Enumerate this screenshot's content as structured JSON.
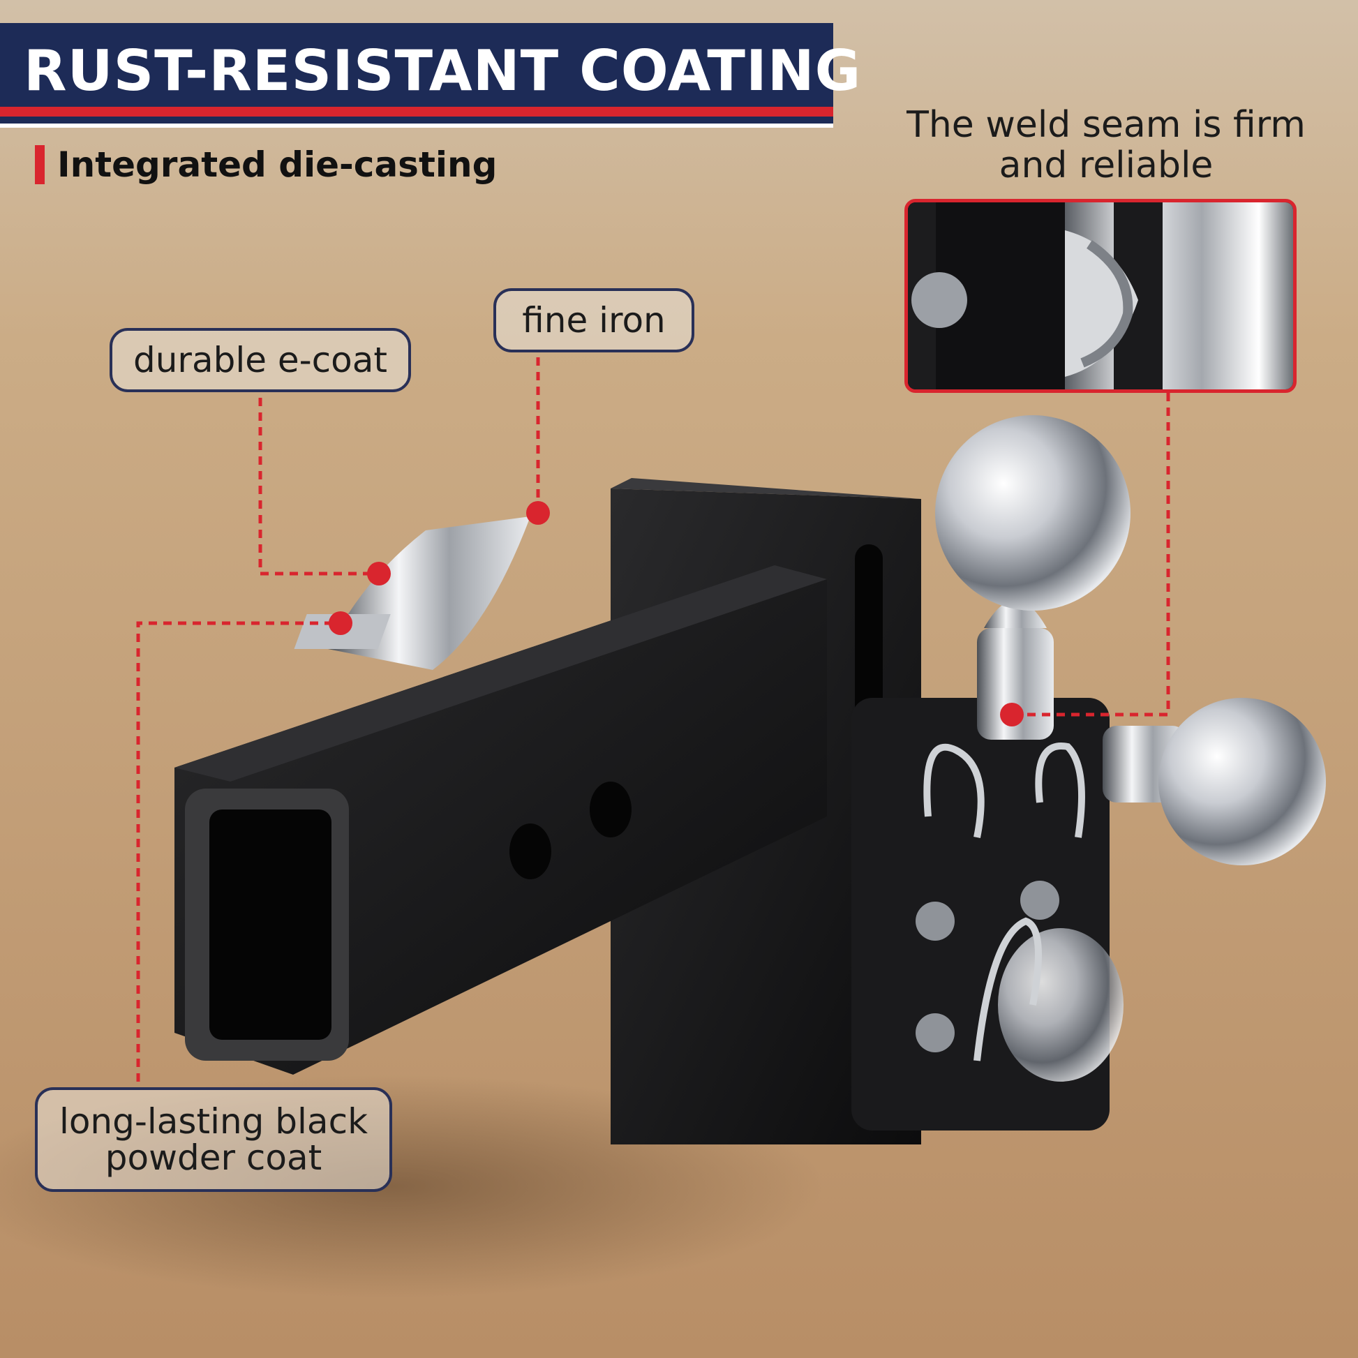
{
  "banner": {
    "title": "RUST-RESISTANT COATING"
  },
  "subtitle": {
    "text": "Integrated die-casting"
  },
  "callouts": {
    "fine_iron": "fine iron",
    "durable_ecoat": "durable e-coat",
    "powder_coat": "long-lasting black powder coat",
    "weld_seam": "The weld seam is firm and reliable"
  },
  "colors": {
    "banner_bg": "#1d2b57",
    "accent_red": "#d9252e",
    "label_border": "#293057"
  }
}
